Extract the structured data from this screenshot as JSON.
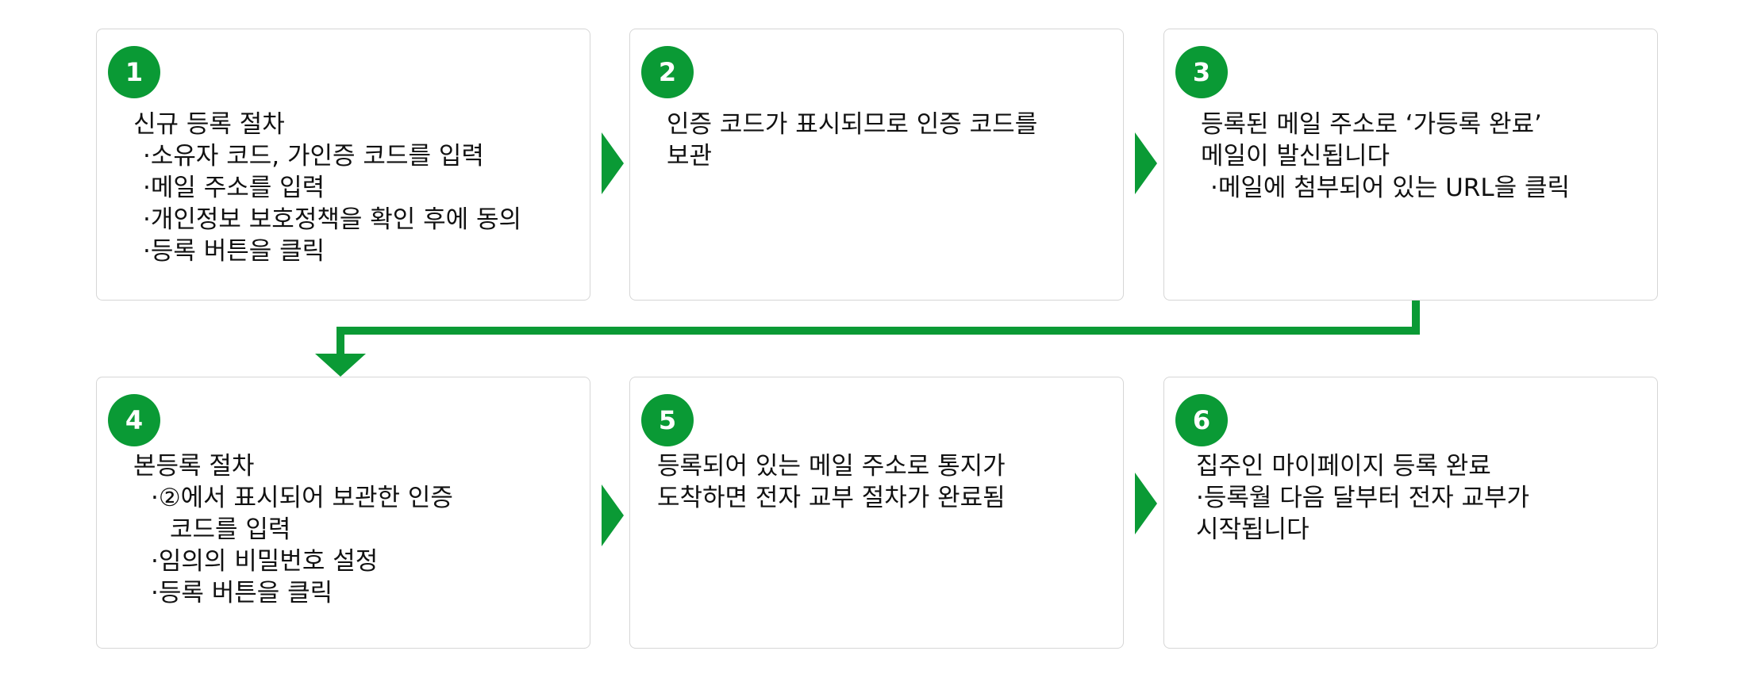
{
  "accent_color": "#0a9a35",
  "steps": [
    {
      "number": "1",
      "lines": [
        "신규 등록 절차",
        "·소유자 코드, 가인증 코드를 입력",
        "·메일 주소를 입력",
        "·개인정보 보호정책을 확인 후에 동의",
        "·등록 버튼을 클릭"
      ]
    },
    {
      "number": "2",
      "lines": [
        "인증 코드가 표시되므로 인증 코드를",
        "보관"
      ]
    },
    {
      "number": "3",
      "lines": [
        "등록된 메일 주소로 ‘가등록 완료’",
        "메일이 발신됩니다",
        "·메일에 첨부되어 있는 URL을 클릭"
      ]
    },
    {
      "number": "4",
      "lines": [
        "본등록 절차",
        "·②에서 표시되어 보관한 인증",
        "코드를 입력",
        "·임의의 비밀번호 설정",
        "·등록 버튼을 클릭"
      ]
    },
    {
      "number": "5",
      "lines": [
        "등록되어 있는 메일 주소로 통지가",
        "도착하면 전자 교부 절차가 완료됨"
      ]
    },
    {
      "number": "6",
      "lines": [
        "집주인 마이페이지 등록 완료",
        "·등록월 다음 달부터 전자 교부가",
        "시작됩니다"
      ]
    }
  ]
}
